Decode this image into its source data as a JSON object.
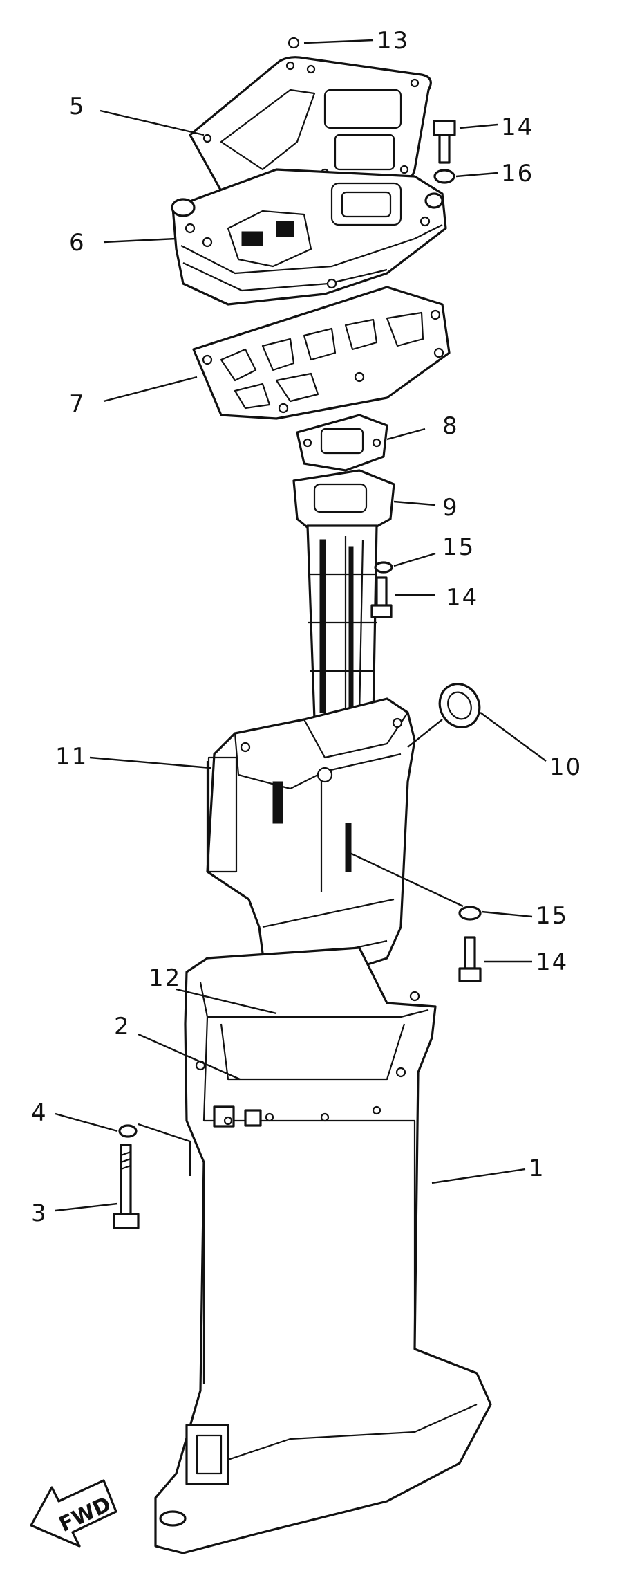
{
  "diagram": {
    "callouts": [
      {
        "id": "c13",
        "label": "13"
      },
      {
        "id": "c5",
        "label": "5"
      },
      {
        "id": "c14a",
        "label": "14"
      },
      {
        "id": "c16",
        "label": "16"
      },
      {
        "id": "c6",
        "label": "6"
      },
      {
        "id": "c7",
        "label": "7"
      },
      {
        "id": "c8",
        "label": "8"
      },
      {
        "id": "c9",
        "label": "9"
      },
      {
        "id": "c15a",
        "label": "15"
      },
      {
        "id": "c14b",
        "label": "14"
      },
      {
        "id": "c11",
        "label": "11"
      },
      {
        "id": "c10",
        "label": "10"
      },
      {
        "id": "c15b",
        "label": "15"
      },
      {
        "id": "c14c",
        "label": "14"
      },
      {
        "id": "c12",
        "label": "12"
      },
      {
        "id": "c2",
        "label": "2"
      },
      {
        "id": "c1",
        "label": "1"
      },
      {
        "id": "c4",
        "label": "4"
      },
      {
        "id": "c3",
        "label": "3"
      }
    ],
    "direction_arrow_label": "FWD"
  }
}
